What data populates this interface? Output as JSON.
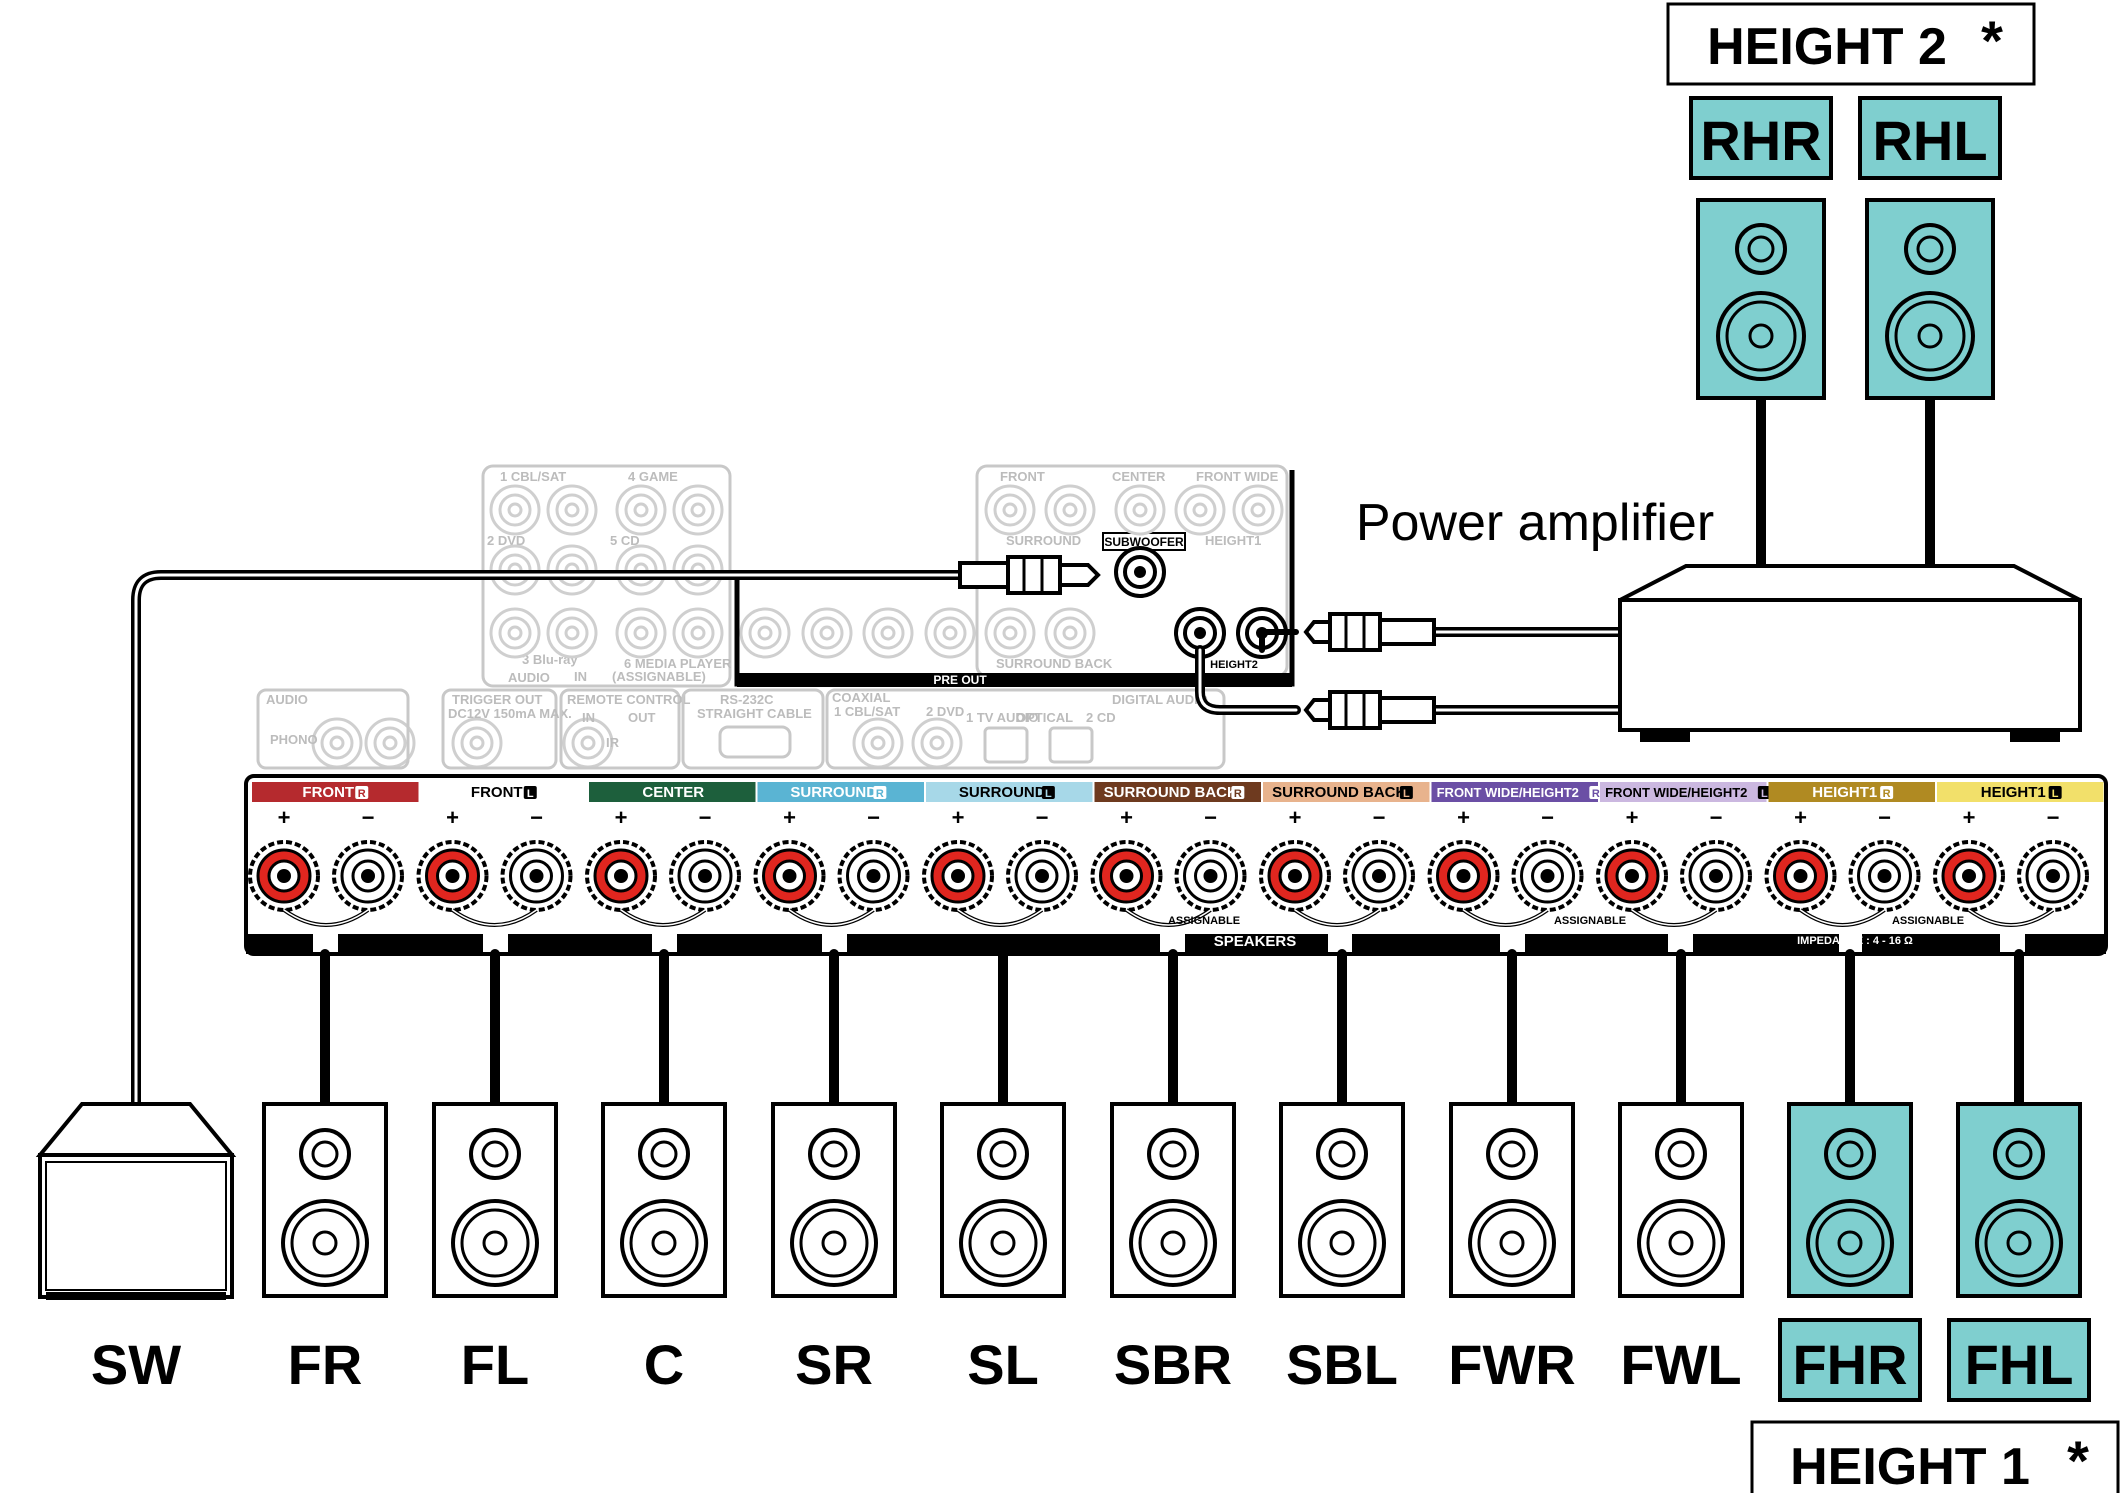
{
  "height_groups": {
    "height2": "HEIGHT 2",
    "height1": "HEIGHT 1",
    "asterisk": "*"
  },
  "amp": {
    "label": "Power amplifier"
  },
  "colors": {
    "teal": "#7fcfcf",
    "outline": "#000000",
    "terminal_red": "#e0261f",
    "faint": "#c8c8c8"
  },
  "terminal_strip": {
    "channels": [
      {
        "label": "FRONT",
        "side": "R",
        "color": "#b52a2e",
        "text_color": "#ffffff"
      },
      {
        "label": "FRONT",
        "side": "L",
        "color": "#ffffff",
        "text_color": "#000000"
      },
      {
        "label": "CENTER",
        "side": "",
        "color": "#1d5f3c",
        "text_color": "#ffffff"
      },
      {
        "label": "SURROUND",
        "side": "R",
        "color": "#5ab4d3",
        "text_color": "#ffffff"
      },
      {
        "label": "SURROUND",
        "side": "L",
        "color": "#a7d8e8",
        "text_color": "#000000"
      },
      {
        "label": "SURROUND BACK",
        "side": "R",
        "color": "#6e3a1f",
        "text_color": "#ffffff"
      },
      {
        "label": "SURROUND BACK",
        "side": "L",
        "color": "#e8b38d",
        "text_color": "#000000"
      },
      {
        "label": "FRONT WIDE/HEIGHT2",
        "side": "R",
        "color": "#6b4fa5",
        "text_color": "#ffffff"
      },
      {
        "label": "FRONT WIDE/HEIGHT2",
        "side": "L",
        "color": "#cbb8e0",
        "text_color": "#000000"
      },
      {
        "label": "HEIGHT1",
        "side": "R",
        "color": "#b08a22",
        "text_color": "#ffffff"
      },
      {
        "label": "HEIGHT1",
        "side": "L",
        "color": "#f2e06a",
        "text_color": "#000000"
      }
    ],
    "plus": "+",
    "minus": "−",
    "assignable": "ASSIGNABLE",
    "speakers": "SPEAKERS",
    "impedance": "IMPEDANCE : 4 - 16 Ω"
  },
  "rear_panel": {
    "cbl_sat": "1 CBL/SAT",
    "game": "4 GAME",
    "dvd": "2 DVD",
    "cd": "5 CD",
    "bluray": "3 Blu-ray",
    "media": "6 MEDIA PLAYER",
    "audio_in": "AUDIO",
    "in": "IN",
    "assignable_paren": "(ASSIGNABLE)",
    "preout_front": "FRONT",
    "preout_center": "CENTER",
    "preout_front_wide": "FRONT WIDE",
    "preout_surround": "SURROUND",
    "subwoofer": "SUBWOOFER",
    "height1": "HEIGHT1",
    "surround_back": "SURROUND BACK",
    "height2": "HEIGHT2",
    "pre_out": "PRE OUT",
    "audio": "AUDIO",
    "phono": "PHONO",
    "trigger_out": "TRIGGER OUT",
    "trigger_spec": "DC12V 150mA MAX.",
    "remote_control": "REMOTE CONTROL",
    "remote_in": "IN",
    "remote_out": "OUT",
    "ir": "IR",
    "rs232c": "RS-232C",
    "straight_cable": "STRAIGHT CABLE",
    "coaxial": "COAXIAL",
    "coax_cbl": "1 CBL/SAT",
    "coax_dvd": "2 DVD",
    "tv_audio": "1 TV AUDIO",
    "optical": "OPTICAL",
    "cd2": "2 CD",
    "digital_audio": "DIGITAL AUDIO"
  },
  "speakers_bottom": [
    {
      "label": "SW",
      "kind": "subwoofer",
      "highlight": false
    },
    {
      "label": "FR",
      "kind": "speaker",
      "highlight": false
    },
    {
      "label": "FL",
      "kind": "speaker",
      "highlight": false
    },
    {
      "label": "C",
      "kind": "speaker",
      "highlight": false
    },
    {
      "label": "SR",
      "kind": "speaker",
      "highlight": false
    },
    {
      "label": "SL",
      "kind": "speaker",
      "highlight": false
    },
    {
      "label": "SBR",
      "kind": "speaker",
      "highlight": false
    },
    {
      "label": "SBL",
      "kind": "speaker",
      "highlight": false
    },
    {
      "label": "FWR",
      "kind": "speaker",
      "highlight": false
    },
    {
      "label": "FWL",
      "kind": "speaker",
      "highlight": false
    },
    {
      "label": "FHR",
      "kind": "speaker",
      "highlight": true
    },
    {
      "label": "FHL",
      "kind": "speaker",
      "highlight": true
    }
  ],
  "speakers_top": [
    {
      "label": "RHR",
      "highlight": true
    },
    {
      "label": "RHL",
      "highlight": true
    }
  ]
}
